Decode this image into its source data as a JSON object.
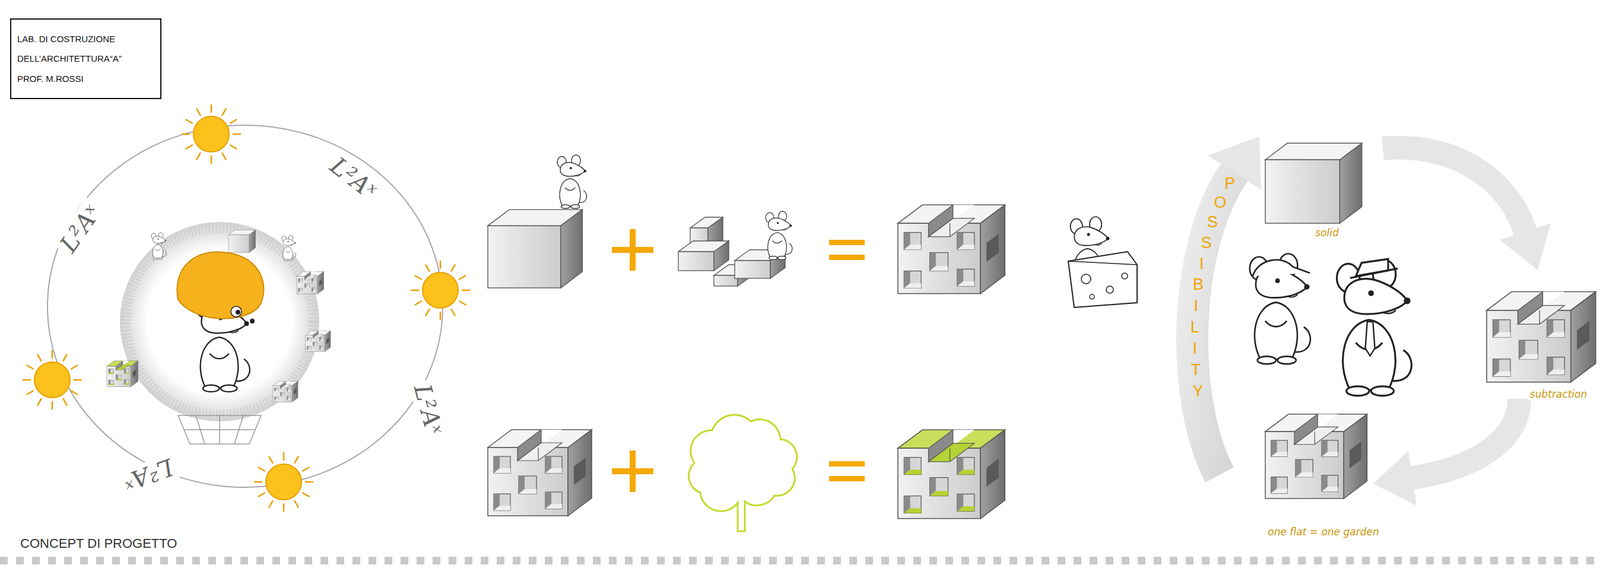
{
  "diagram": {
    "caption": "CONCEPT DI PROGETTO",
    "nodes": [
      {
        "text": [
          "LAB. DI COSTRUZIONE",
          "DELL’ARCHITETTURA“A”",
          "PROF. M.ROSSI"
        ]
      }
    ],
    "labels": [
      "L²Aˣ",
      "L²Aˣ",
      "L²Aˣ",
      "L²Aˣ",
      "POSSIBILITY",
      "solid",
      "subtraction",
      "one flat = one garden"
    ]
  }
}
